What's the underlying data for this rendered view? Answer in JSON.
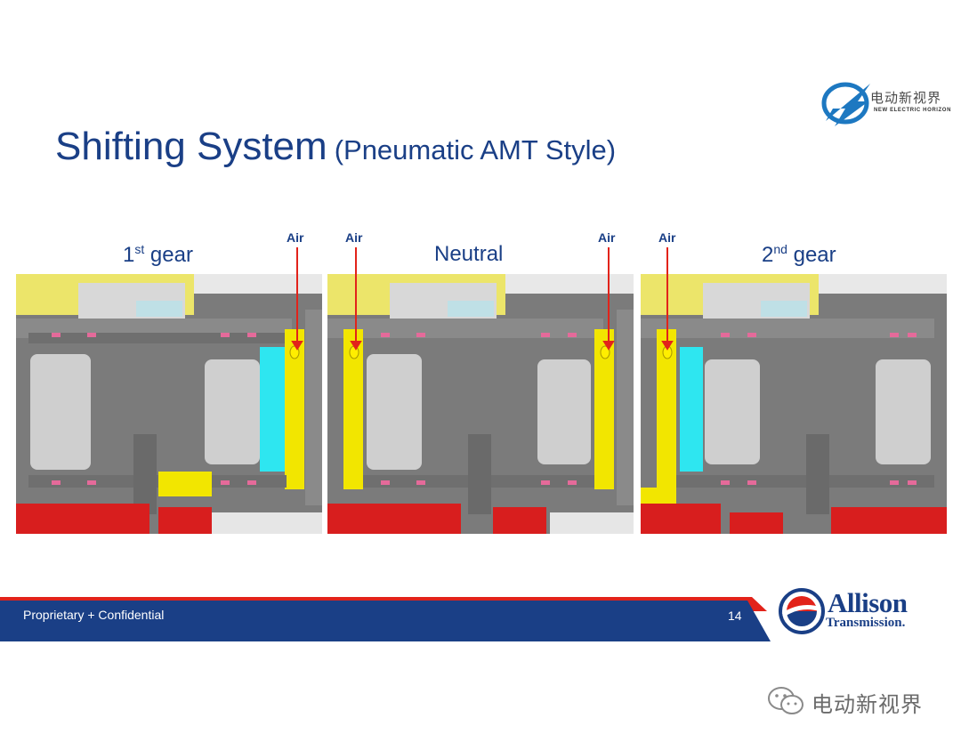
{
  "slide": {
    "title_main": "Shifting System",
    "title_sub": "(Pneumatic AMT Style)",
    "page_number": "14",
    "footer_text": "Proprietary + Confidential"
  },
  "brand": {
    "cn_name": "电动新视界",
    "en_name": "NEW ELECTRIC HORIZON"
  },
  "panels": [
    {
      "label_main": "1",
      "label_sup": "st",
      "label_rest": " gear",
      "air_labels": [
        "Air"
      ]
    },
    {
      "label_main": "Neutral",
      "air_labels": [
        "Air",
        "Air"
      ]
    },
    {
      "label_main": "2",
      "label_sup": "nd",
      "label_rest": " gear",
      "air_labels": [
        "Air"
      ]
    }
  ],
  "allison": {
    "name": "Allison",
    "sub": "Transmission."
  },
  "watermark": {
    "text": "电动新视界"
  },
  "colors": {
    "title_blue": "#1a3f86",
    "footer_blue": "#1a3f86",
    "footer_red": "#e2231a",
    "housing_gray": "#7a7a7a",
    "piston_yellow": "#f2e600",
    "air_cyan": "#2ee6f0",
    "hub_red": "#d81e1e",
    "seal_pink": "#e56a9a"
  }
}
